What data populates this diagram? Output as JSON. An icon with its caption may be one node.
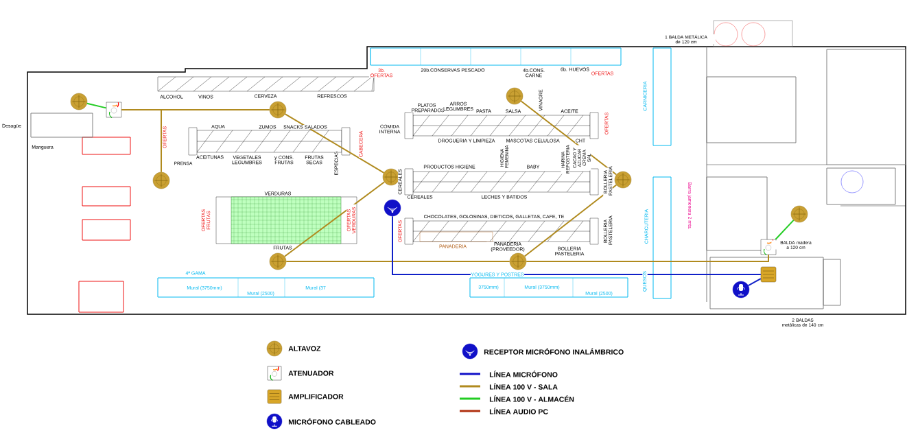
{
  "diagram": {
    "nodes": [
      {
        "text": [],
        "shape": "circle"
      },
      {
        "text": [],
        "shape": "box"
      },
      {
        "text": [],
        "shape": "circle"
      },
      {
        "text": [],
        "shape": "circle"
      },
      {
        "text": [],
        "shape": "circle"
      },
      {
        "text": [],
        "shape": "circle"
      },
      {
        "text": [],
        "shape": "circle"
      },
      {
        "text": [],
        "shape": "circle"
      },
      {
        "text": [],
        "shape": "circle"
      },
      {
        "text": [],
        "shape": "circle"
      },
      {
        "text": [],
        "shape": "circle"
      },
      {
        "text": [],
        "shape": "box"
      },
      {
        "text": [],
        "shape": "box"
      },
      {
        "text": [],
        "shape": "circle"
      }
    ],
    "edges": [
      {
        "from": 1,
        "to": 0,
        "arrow": "none",
        "color": "#22cc22"
      },
      {
        "from": 1,
        "to": 2,
        "arrow": "none"
      },
      {
        "from": 1,
        "to": 3,
        "arrow": "none"
      },
      {
        "from": 2,
        "to": 4,
        "arrow": "none"
      },
      {
        "from": 4,
        "to": 7,
        "arrow": "none"
      },
      {
        "from": 7,
        "to": 8,
        "arrow": "none"
      },
      {
        "from": 5,
        "to": 6,
        "arrow": "none"
      },
      {
        "from": 6,
        "to": 8,
        "arrow": "none"
      },
      {
        "from": 8,
        "to": 11,
        "arrow": "none"
      },
      {
        "from": 11,
        "to": 10,
        "arrow": "none",
        "color": "#22cc22"
      },
      {
        "from": 9,
        "to": 12,
        "arrow": "none",
        "color": "#1020c8"
      },
      {
        "from": 13,
        "to": 12,
        "arrow": "none",
        "color": "#1020c8"
      }
    ],
    "labels": [
      "1 BALDA METÁLICA de 120 cm",
      "3b. OFERTAS",
      "20b.CONSERVAS PESCADO",
      "4b.CONS. CARNE",
      "6b. HUEVOS",
      "OFERTAS",
      "Desagüe",
      "Manguera",
      "ALCOHOL",
      "VINOS",
      "CERVEZA",
      "REFRESCOS",
      "CARNICERIA",
      "PLATOS PREPARADOS",
      "ARROS LEGUMBRES",
      "PASTA",
      "SALSA",
      "VINAGRE",
      "ACEITE",
      "AQUA",
      "ZUMOS",
      "SNACKS SALADOS",
      "OFERTAS",
      "COMIDA INTERNA",
      "OFERTAS",
      "CABECERA",
      "DROGUERIA Y LIMPIEZA",
      "MASCOTAS",
      "CELULOSA",
      "CHT",
      "ACEITUNAS",
      "VEGETALES LEGUMBRES",
      "y CONS. FRUTAS",
      "FRUTAS SECAS",
      "ESPECIAS",
      "PRENSA",
      "PRODUCTOS HIGIENE",
      "HIGIENA FEMENINA",
      "BABY",
      "HARINA REPOSTERIA",
      "CACAO Y AZUCAR CREMA SAL",
      "CEREALES",
      "BOLLERIA PASTELERIA",
      "VERDURAS",
      "CEREALES",
      "LECHES Y BATIDOS",
      "CHOCOLATES, GOLOSINAS, DIETICOS, GALLETAS, CAFE, TE",
      "CHARCUTERIA",
      "OFERTAS FRUTAS",
      "OFERTAS VERDURAS",
      "Barra jamonera 2 mts.",
      "OFERTAS",
      "BOLLERIA PASTELERIA",
      "BALDA madera a 120 cm",
      "FRUTAS",
      "PANADERIA",
      "PANADERIA (PROVEEDOR)",
      "BOLLERIA PASTELERIA",
      "4ª GAMA",
      "YOGURES Y POSTRES",
      "QUESOS",
      "Mural (3750mm)",
      "Mural (2500)",
      "Mural (37",
      "3750mm)",
      "Mural (3750mm)",
      "Mural (2500)",
      "2 BALDAS metálicas de 140 cm"
    ],
    "legend": [
      {
        "text": "ALTAVOZ"
      },
      {
        "text": "ATENUADOR"
      },
      {
        "text": "AMPLIFICADOR"
      },
      {
        "text": "MICRÓFONO CABLEADO"
      },
      {
        "text": "RECEPTOR MICRÓFONO INALÁMBRICO"
      },
      {
        "text": "LÍNEA MICRÓFONO"
      },
      {
        "text": "LÍNEA 100 V - SALA"
      },
      {
        "text": "LÍNEA 100 V - ALMACÉN"
      },
      {
        "text": "LÍNEA AUDIO PC"
      }
    ]
  }
}
